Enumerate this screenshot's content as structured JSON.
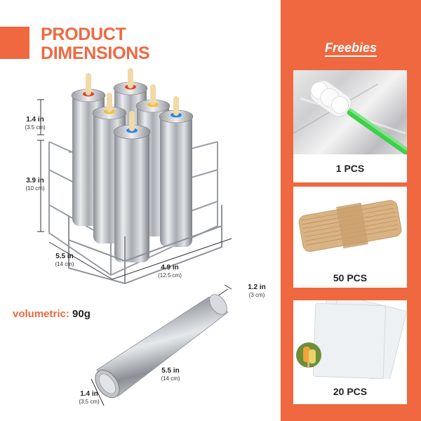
{
  "header": {
    "title_line1": "PRODUCT",
    "title_line2": "DIMENSIONS"
  },
  "dimensions": {
    "stick_height": {
      "main": "1.4 in",
      "sub": "(3.5 cm)"
    },
    "mold_height": {
      "main": "3.9 in",
      "sub": "(10 cm)"
    },
    "rack_depth": {
      "main": "5.5 in",
      "sub": "(14 cm)"
    },
    "rack_width": {
      "main": "4.9 in",
      "sub": "(12.5 cm)"
    },
    "tube_diameter_top": {
      "main": "1.2 in",
      "sub": "(3 cm)"
    },
    "tube_length": {
      "main": "5.5 in",
      "sub": "(14 cm)"
    },
    "tube_diameter_bottom": {
      "main": "1.4 in",
      "sub": "(3.5 cm)"
    }
  },
  "volumetric": {
    "label": "volumetric:",
    "value": "90g"
  },
  "freebies": {
    "title": "Freebies",
    "items": [
      {
        "name": "cleaning brush",
        "qty": "1 PCS"
      },
      {
        "name": "wooden sticks",
        "qty": "50 PCS"
      },
      {
        "name": "plastic bags",
        "qty": "20 PCS"
      }
    ]
  },
  "colors": {
    "accent": "#f0683f",
    "steel": "#b8bcc2",
    "cap_red": "#e5402c",
    "cap_yellow": "#f2c12e",
    "cap_blue": "#2f86d6",
    "brush_green": "#3fcf4a"
  }
}
